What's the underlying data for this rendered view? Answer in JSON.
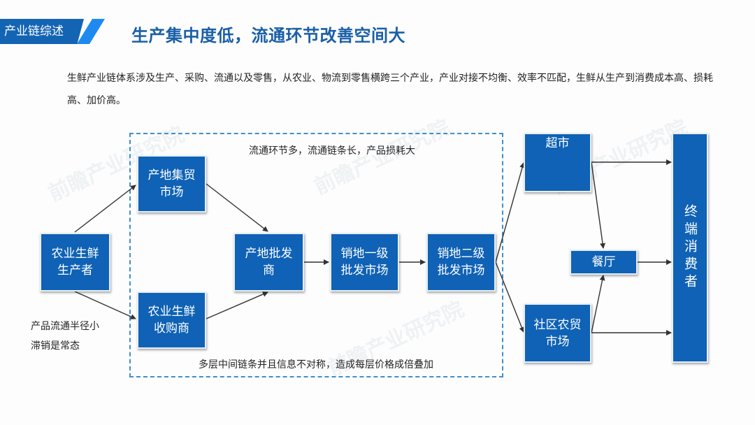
{
  "header": {
    "section_tag": "产业链综述",
    "title": "生产集中度低，流通环节改善空间大"
  },
  "description": "生鲜产业链体系涉及生产、采购、流通以及零售，从农业、物流到零售横跨三个产业，产业对接不均衡、效率不匹配，生鲜从生产到消费成本高、损耗高、加价高。",
  "diagram": {
    "notes": {
      "top": "流通环节多，流通链条长，产品损耗大",
      "bottom": "多层中间链条并且信息不对称，造成每层价格成倍叠加",
      "left_line1": "产品流通半径小",
      "left_line2": "滞销是常态"
    },
    "nodes": {
      "producer": [
        "农业生鲜",
        "生产者"
      ],
      "origin_market": [
        "产地集贸",
        "市场"
      ],
      "purchaser": [
        "农业生鲜",
        "收购商"
      ],
      "origin_wholesaler": [
        "产地批发",
        "商"
      ],
      "dest_wholesale_1": [
        "销地一级",
        "批发市场"
      ],
      "dest_wholesale_2": [
        "销地二级",
        "批发市场"
      ],
      "supermarket": [
        "超市"
      ],
      "restaurant": [
        "餐厅"
      ],
      "community_market": [
        "社区农贸",
        "市场"
      ],
      "consumer": "终端消费者"
    },
    "colors": {
      "node_fill": "#0f62b5",
      "dash_border": "#3d8fd0",
      "title": "#1a5fa8",
      "arrow": "#333333"
    }
  },
  "watermark": "前瞻产业研究院"
}
